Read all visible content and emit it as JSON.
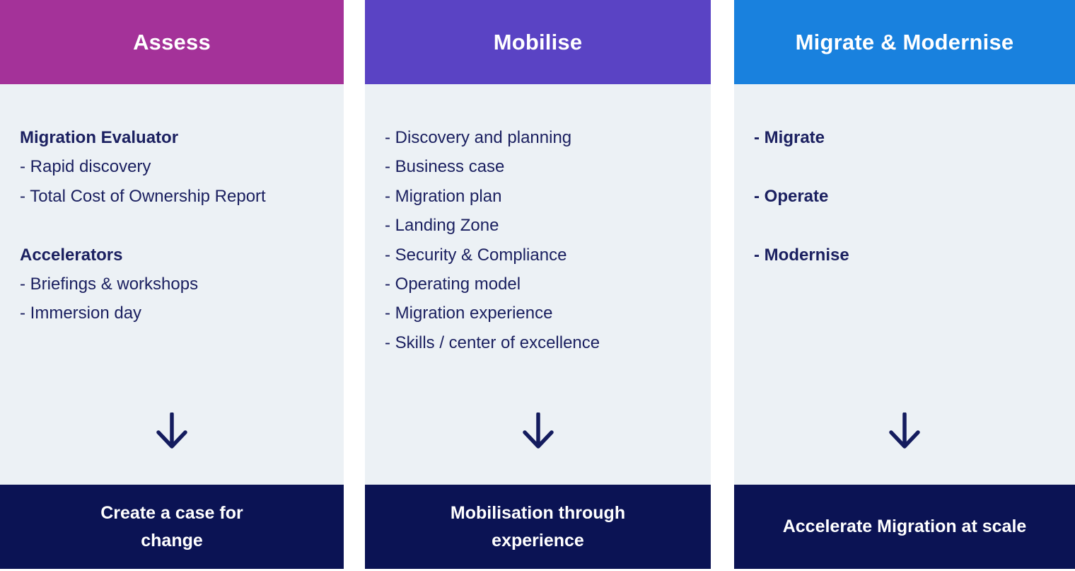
{
  "columns": [
    {
      "header": "Assess",
      "header_color": "#A43299",
      "items": [
        "Migration Evaluator",
        "- Rapid discovery",
        "- Total Cost of Ownership Report",
        "Accelerators",
        "- Briefings & workshops",
        "- Immersion day"
      ],
      "footer": "Create a case for change"
    },
    {
      "header": "Mobilise",
      "header_color": "#5A43C4",
      "items": [
        "- Discovery and planning",
        "- Business case",
        "- Migration plan",
        "- Landing Zone",
        "- Security & Compliance",
        "- Operating model",
        "- Migration experience",
        "- Skills / center of excellence"
      ],
      "footer": "Mobilisation through experience"
    },
    {
      "header": "Migrate & Modernise",
      "header_color": "#1981DE",
      "items": [
        "- Migrate",
        "- Operate",
        "- Modernise"
      ],
      "footer": "Accelerate Migration at scale"
    }
  ],
  "icons": {
    "down_arrow": "down-arrow-icon"
  },
  "colors": {
    "assess_header_bg": "#A43299",
    "mobilise_header_bg": "#5A43C4",
    "migrate_header_bg": "#1981DE",
    "footer_bg": "#0B1354",
    "body_bg": "#ECF1F5",
    "body_text": "#1B2060",
    "header_text": "#FFFFFF",
    "footer_text": "#FFFFFF",
    "arrow": "#141C5E"
  }
}
